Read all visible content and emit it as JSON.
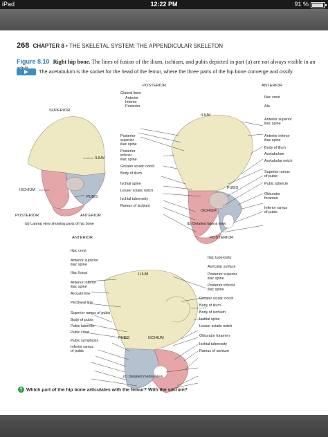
{
  "status": {
    "carrier": "iPad",
    "time": "12:22 PM",
    "battery": "91 %"
  },
  "header": {
    "page_number": "268",
    "chapter": "CHAPTER 8",
    "bullet": "•",
    "title": "THE SKELETAL SYSTEM: THE APPENDICULAR SKELETON"
  },
  "caption": {
    "figure": "Figure 8.10",
    "title": "Right hip bone.",
    "text": "The lines of fusion of the ilium, ischium, and pubis depicted in part (a) are not always visible in an adult."
  },
  "video_note": "The acetabulum is the socket for the head of the femur, where the three parts of the hip bone converge and ossify.",
  "panel_a": {
    "superior": "SUPERIOR",
    "ilium": "ILIUM",
    "ischium": "ISCHIUM",
    "pubis": "PUBIS",
    "posterior": "POSTERIOR",
    "anterior": "ANTERIOR",
    "caption": "(a) Lateral view showing  parts of hip bone"
  },
  "panel_b": {
    "posterior": "POSTERIOR",
    "anterior": "ANTERIOR",
    "gluteal_lines": "Gluteal lines",
    "gl_anterior": "Anterior",
    "gl_inferior": "Inferior",
    "gl_posterior": "Posterior",
    "ilium": "ILIUM",
    "pubis": "PUBIS",
    "ischium": "ISCHIUM",
    "left_labels": [
      "Posterior\nsuperior\niliac spine",
      "Posterior\ninferior\niliac spine",
      "Greater sciatic notch",
      "Body of ilium",
      "Ischial spine",
      "Lesser sciatic notch",
      "Ischial tuberosity",
      "Ramus of ischium"
    ],
    "right_labels": [
      "Iliac crest",
      "Ala",
      "Anterior superior\niliac spine",
      "Anterior inferior\niliac spine",
      "Body of ilium",
      "Acetabulum",
      "Acetabular notch",
      "Superior ramus\nof pubis",
      "Pubic tubercle",
      "Obturator\nforamen",
      "Inferior ramus\nof pubis"
    ],
    "caption": "(b) Detailed lateral view"
  },
  "panel_c": {
    "anterior": "ANTERIOR",
    "posterior": "POSTERIOR",
    "ilium": "ILIUM",
    "pubis": "PUBIS",
    "ischium": "ISCHIUM",
    "left_labels": [
      "Iliac crest",
      "Anterior superior\niliac spine",
      "Iliac fossa",
      "Anterior inferior\niliac spine",
      "Arcuate line",
      "Pectineal line",
      "Superior ramus of pubis",
      "Body of pubis",
      "Pubic tubercle",
      "Pubic crest",
      "Pubic symphysis",
      "Inferior ramus\nof pubis"
    ],
    "right_labels": [
      "Iliac tuberosity",
      "Auricular surface",
      "Posterior superior\niliac spine",
      "Posterior inferior\niliac spine",
      "Greater sciatic notch",
      "Body of ilium",
      "Body of ischium",
      "Ischial spine",
      "Lesser sciatic notch",
      "Obturator foramen",
      "Ischial tuberosity",
      "Ramus of ischium"
    ],
    "caption": "(c) Detailed medial view"
  },
  "question": "Which part of the hip bone articulates with the femur? With the sacrum?",
  "colors": {
    "ilium": "#eee9c2",
    "ischium": "#e4a6a8",
    "pubis": "#b4c1cf",
    "accent": "#2a7fb8",
    "question_icon": "#2aa44a"
  }
}
